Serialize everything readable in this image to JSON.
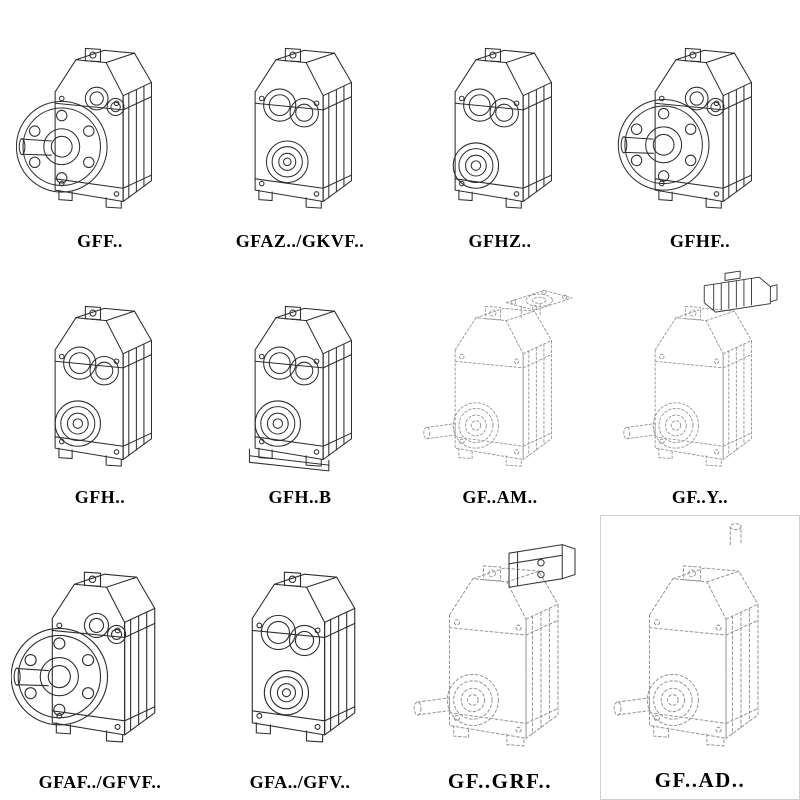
{
  "page": {
    "background": "#ffffff",
    "description": "Catalog grid of gearbox model isometric technical line drawings"
  },
  "colors": {
    "solid_line": "#2e2e2e",
    "dashed_line": "#9a9a9a",
    "label_text": "#000000",
    "box_border": "#d0d0d0"
  },
  "grid": {
    "rows": 3,
    "columns": 4,
    "items": [
      {
        "label": "GFF..",
        "drawing": "gearbox-flange-mounted",
        "line_style": "solid"
      },
      {
        "label": "GFAZ../GKVF..",
        "drawing": "gearbox-hollow-output-shaft",
        "line_style": "solid"
      },
      {
        "label": "GFHZ..",
        "drawing": "gearbox-hollow-shaft-bearing",
        "line_style": "solid"
      },
      {
        "label": "GFHF..",
        "drawing": "gearbox-flange-mounted",
        "line_style": "solid"
      },
      {
        "label": "GFH..",
        "drawing": "gearbox-shaft-mounted-bearing",
        "line_style": "solid"
      },
      {
        "label": "GFH..B",
        "drawing": "gearbox-shaft-mounted-with-base",
        "line_style": "solid"
      },
      {
        "label": "GF..AM..",
        "drawing": "gearbox-with-motor-adapter-flange",
        "line_style": "dashed"
      },
      {
        "label": "GF..Y..",
        "drawing": "gearbox-with-mounted-motor",
        "line_style": "dashed"
      },
      {
        "label": "GFAF../GFVF..",
        "drawing": "gearbox-flange-mounted",
        "line_style": "solid"
      },
      {
        "label": "GFA../GFV..",
        "drawing": "gearbox-hollow-output-shaft",
        "line_style": "solid"
      },
      {
        "label": "GF..GRF..",
        "drawing": "gearbox-with-clamp-adapter",
        "line_style": "dashed"
      },
      {
        "label": "GF..AD..",
        "drawing": "gearbox-with-input-adapter-shaft",
        "line_style": "dashed"
      }
    ]
  }
}
